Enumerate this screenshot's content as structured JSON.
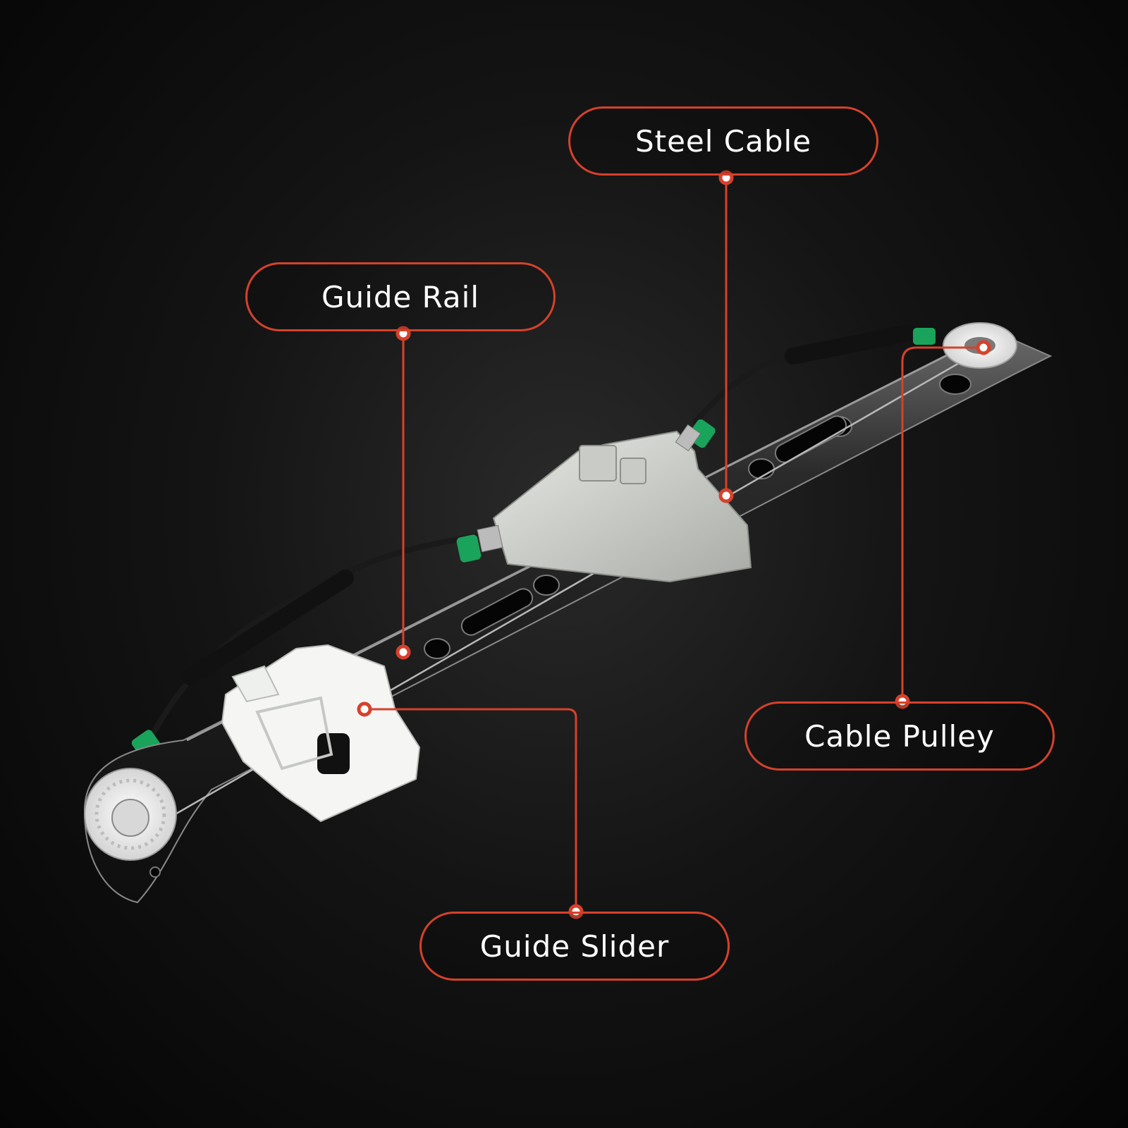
{
  "accent_color": "#d6412b",
  "background_color": "#0b0b0b",
  "callouts": {
    "steel_cable": {
      "label": "Steel Cable"
    },
    "guide_rail": {
      "label": "Guide Rail"
    },
    "cable_pulley": {
      "label": "Cable Pulley"
    },
    "guide_slider": {
      "label": "Guide Slider"
    }
  }
}
